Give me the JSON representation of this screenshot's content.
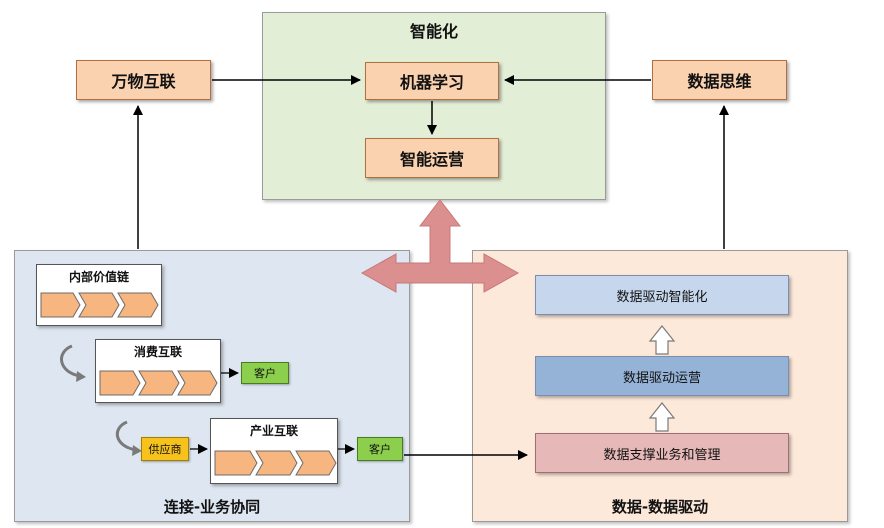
{
  "top": {
    "title": "智能化",
    "machine_learning": "机器学习",
    "smart_operation": "智能运营"
  },
  "left_node": "万物互联",
  "right_node": "数据思维",
  "left_panel": {
    "title": "连接-业务协同",
    "internal_chain": "内部价值链",
    "consumer_internet": "消费互联",
    "customer_1": "客户",
    "supplier": "供应商",
    "industrial_internet": "产业互联",
    "customer_2": "客户"
  },
  "right_panel": {
    "title": "数据-数据驱动",
    "level_3": "数据驱动智能化",
    "level_2": "数据驱动运营",
    "level_1": "数据支撑业务和管理"
  },
  "colors": {
    "green_panel": "#e3eed7",
    "blue_panel": "#dde6f1",
    "peach_panel": "#fce9d9",
    "orange_box": "#fbd2b0",
    "chevron": "#f7b57f",
    "big_arrow": "#db8f8f"
  }
}
